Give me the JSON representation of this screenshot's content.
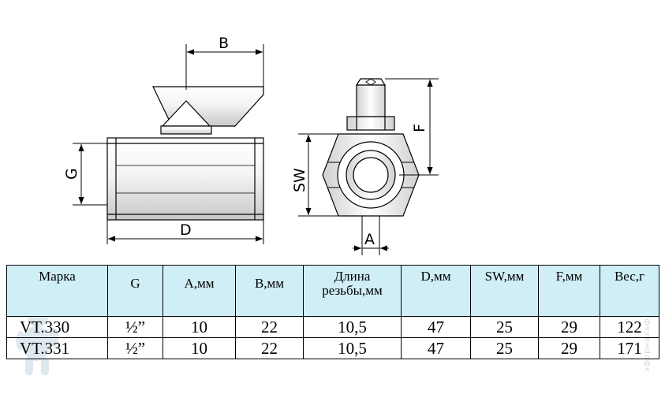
{
  "drawing": {
    "dimension_labels": {
      "B": "B",
      "G": "G",
      "D": "D",
      "F": "F",
      "SW": "SW",
      "A": "A"
    }
  },
  "table": {
    "headers": [
      "Марка",
      "G",
      "А,мм",
      "В,мм",
      "Длина резьбы,мм",
      "D,мм",
      "SW,мм",
      "F,мм",
      "Вес,г"
    ],
    "rows": [
      [
        "VT.330",
        "½”",
        "10",
        "22",
        "10,5",
        "47",
        "25",
        "29",
        "122"
      ],
      [
        "VT.331",
        "½”",
        "10",
        "22",
        "10,5",
        "47",
        "25",
        "29",
        "171"
      ]
    ]
  },
  "watermark": {
    "side_text": "эфорнальфа"
  }
}
